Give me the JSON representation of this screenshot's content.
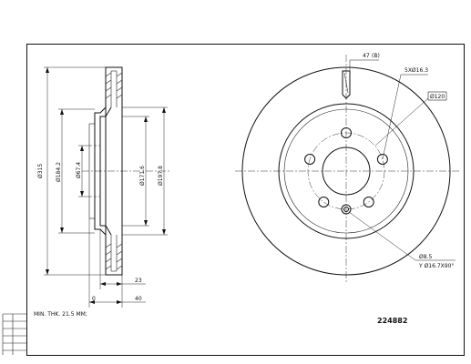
{
  "side_view": {
    "dims": {
      "outer_diameter": "Ø315",
      "d1": "Ø184.2",
      "d2": "Ø67.4",
      "d3": "Ø171.6",
      "d4": "Ø197.8",
      "offset": "23",
      "height": "40"
    }
  },
  "front_view": {
    "callouts": {
      "vent": "47",
      "bolts": "5XØ16.3",
      "pcd": "Ø120",
      "pin_hole": "Ø8.5",
      "countersink": "Y Ø16.7X90°"
    }
  },
  "notes": {
    "min_thickness": "MIN. THK. 21.5 MM;"
  },
  "part_number": "224882"
}
